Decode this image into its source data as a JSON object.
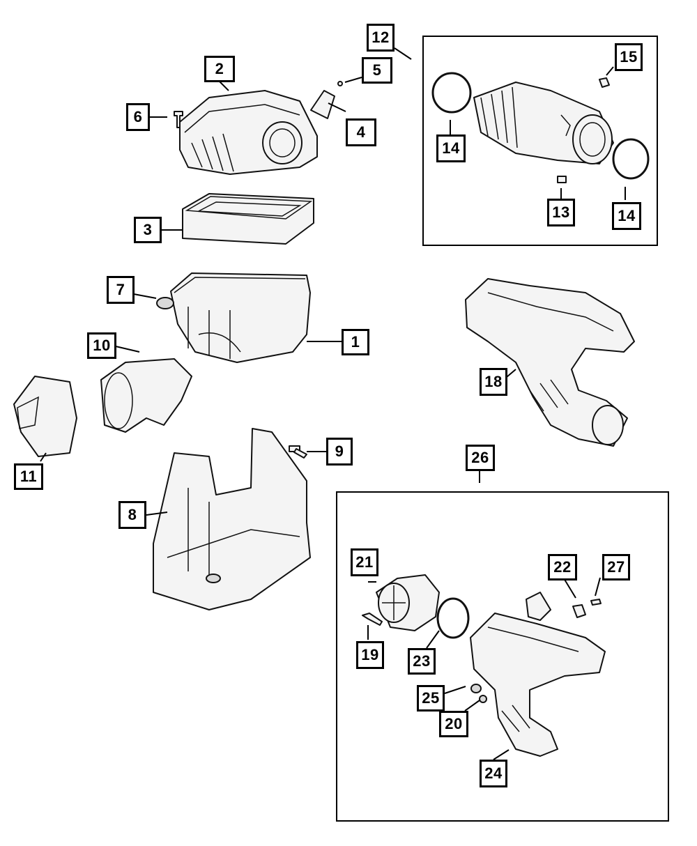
{
  "callouts": {
    "c1": "1",
    "c2": "2",
    "c3": "3",
    "c4": "4",
    "c5": "5",
    "c6": "6",
    "c7": "7",
    "c8": "8",
    "c9": "9",
    "c10": "10",
    "c11": "11",
    "c12": "12",
    "c13": "13",
    "c14a": "14",
    "c14b": "14",
    "c15": "15",
    "c18": "18",
    "c19": "19",
    "c20": "20",
    "c21": "21",
    "c22": "22",
    "c23": "23",
    "c24": "24",
    "c25": "25",
    "c26": "26",
    "c27": "27"
  }
}
